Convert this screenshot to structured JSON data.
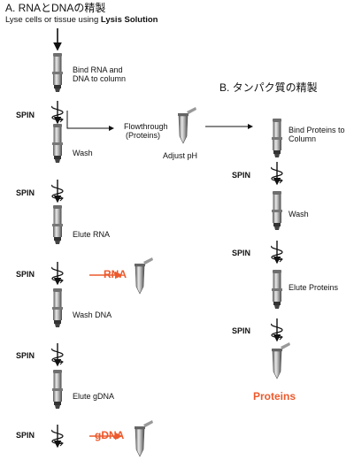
{
  "section_a": {
    "title": "A. RNAとDNAの精製",
    "subtitle_prefix": "Lyse cells or tissue using ",
    "subtitle_bold": "Lysis Solution",
    "steps": {
      "bind": [
        "Bind RNA and",
        "DNA to column"
      ],
      "wash": "Wash",
      "elute_rna": "Elute RNA",
      "wash_dna": "Wash DNA",
      "elute_gdna": "Elute gDNA"
    },
    "outputs": {
      "rna": "RNA",
      "gdna": "gDNA"
    }
  },
  "flowthrough": {
    "label": [
      "Flowthrough",
      "(Proteins)"
    ],
    "adjust": "Adjust pH"
  },
  "section_b": {
    "title": "B. タンパク質の精製",
    "steps": {
      "bind": [
        "Bind Proteins to",
        "Column"
      ],
      "wash": "Wash",
      "elute": "Elute Proteins"
    },
    "output": "Proteins"
  },
  "spin_label": "SPIN",
  "colors": {
    "accent": "#ec5a2d",
    "tube": "#8c8c8c",
    "text": "#111111"
  }
}
